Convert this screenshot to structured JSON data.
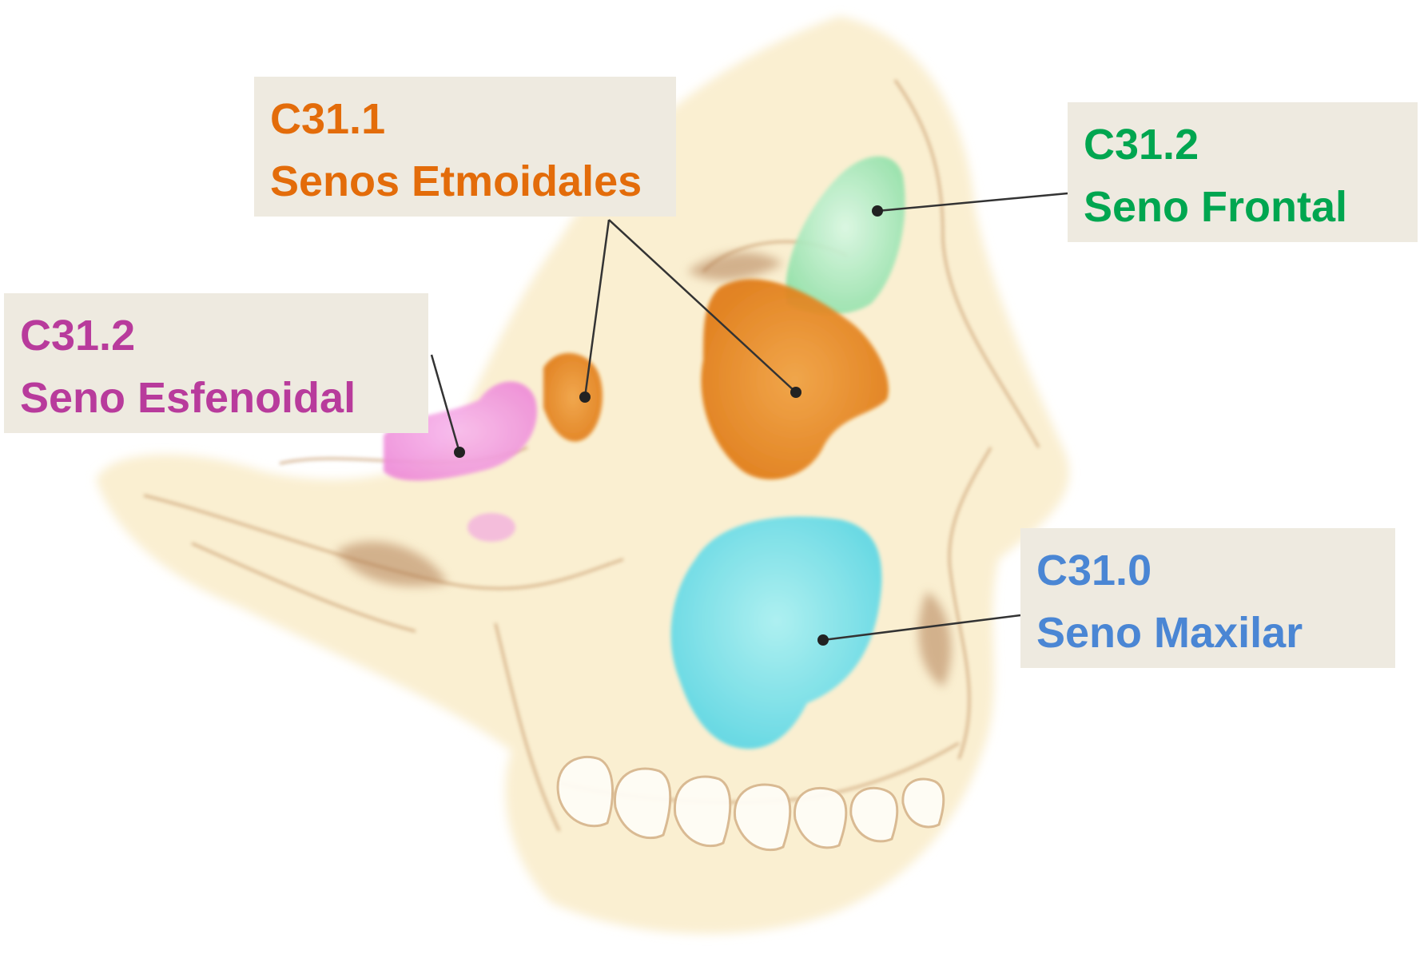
{
  "colors": {
    "etmoidales": "#e36c0a",
    "frontal": "#00a650",
    "esfenoidal": "#b83b9c",
    "maxilar": "#4a86d4",
    "box_background": "#eeeae0",
    "leader_line": "#333333"
  },
  "labels": {
    "etmoidales": {
      "code": "C31.1",
      "name": "Senos Etmoidales"
    },
    "frontal": {
      "code": "C31.2",
      "name": "Seno Frontal"
    },
    "esfenoidal": {
      "code": "C31.2",
      "name": "Seno Esfenoidal"
    },
    "maxilar": {
      "code": "C31.0",
      "name": "Seno Maxilar"
    }
  },
  "illustration": {
    "subject": "skull-lateral-oblique-with-paranasal-sinuses",
    "highlighted_regions": [
      "frontal-sinus",
      "ethmoid-sinuses",
      "sphenoid-sinus",
      "maxillary-sinus"
    ]
  }
}
